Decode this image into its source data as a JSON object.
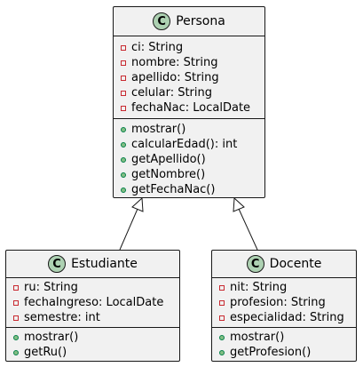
{
  "colors": {
    "class_fill": "#f1f1f1",
    "class_border": "#181818",
    "class_icon_fill": "#add1b2",
    "private_marker": "#c82930",
    "public_marker": "#84be84",
    "edge": "#181818"
  },
  "icon_names": {
    "class_marker": "class-c-icon",
    "private_visibility": "private-square-icon",
    "public_visibility": "public-circle-icon"
  },
  "stereotype_letter": "C",
  "classes": {
    "persona": {
      "name": "Persona",
      "attributes": [
        "ci: String",
        "nombre: String",
        "apellido: String",
        "celular: String",
        "fechaNac: LocalDate"
      ],
      "methods": [
        "mostrar()",
        "calcularEdad(): int",
        "getApellido()",
        "getNombre()",
        "getFechaNac()"
      ]
    },
    "estudiante": {
      "name": "Estudiante",
      "attributes": [
        "ru: String",
        "fechaIngreso: LocalDate",
        "semestre: int"
      ],
      "methods": [
        "mostrar()",
        "getRu()"
      ]
    },
    "docente": {
      "name": "Docente",
      "attributes": [
        "nit: String",
        "profesion: String",
        "especialidad: String"
      ],
      "methods": [
        "mostrar()",
        "getProfesion()"
      ]
    }
  },
  "relations": [
    {
      "type": "generalization",
      "from": "estudiante",
      "to": "persona"
    },
    {
      "type": "generalization",
      "from": "docente",
      "to": "persona"
    }
  ]
}
